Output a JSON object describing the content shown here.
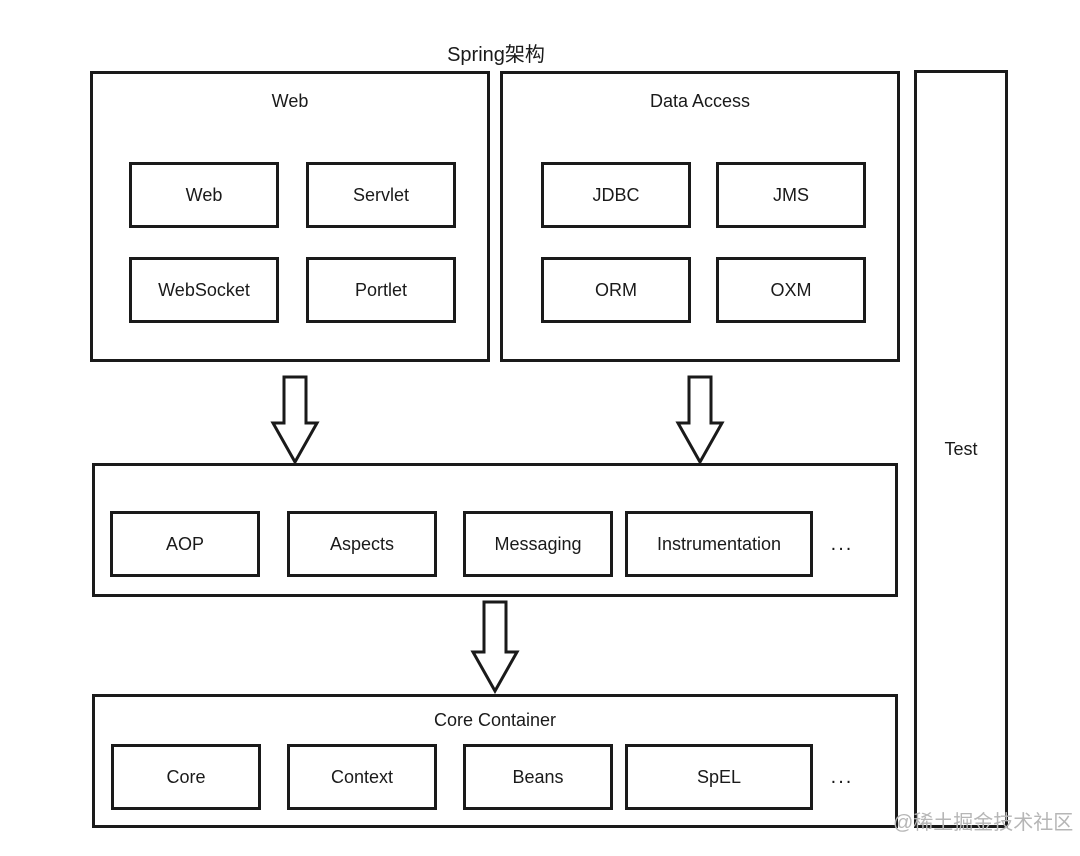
{
  "title": "Spring架构",
  "colors": {
    "ink": "#1a1a1a",
    "background": "#ffffff",
    "watermark": "#b6b6b6"
  },
  "web": {
    "label": "Web",
    "items": [
      "Web",
      "Servlet",
      "WebSocket",
      "Portlet"
    ]
  },
  "data_access": {
    "label": "Data Access",
    "items": [
      "JDBC",
      "JMS",
      "ORM",
      "OXM"
    ]
  },
  "middleware": {
    "items": [
      "AOP",
      "Aspects",
      "Messaging",
      "Instrumentation"
    ],
    "ellipsis": "..."
  },
  "core_container": {
    "label": "Core Container",
    "items": [
      "Core",
      "Context",
      "Beans",
      "SpEL"
    ],
    "ellipsis": "..."
  },
  "test": {
    "label": "Test"
  },
  "watermark": "@稀土掘金技术社区"
}
